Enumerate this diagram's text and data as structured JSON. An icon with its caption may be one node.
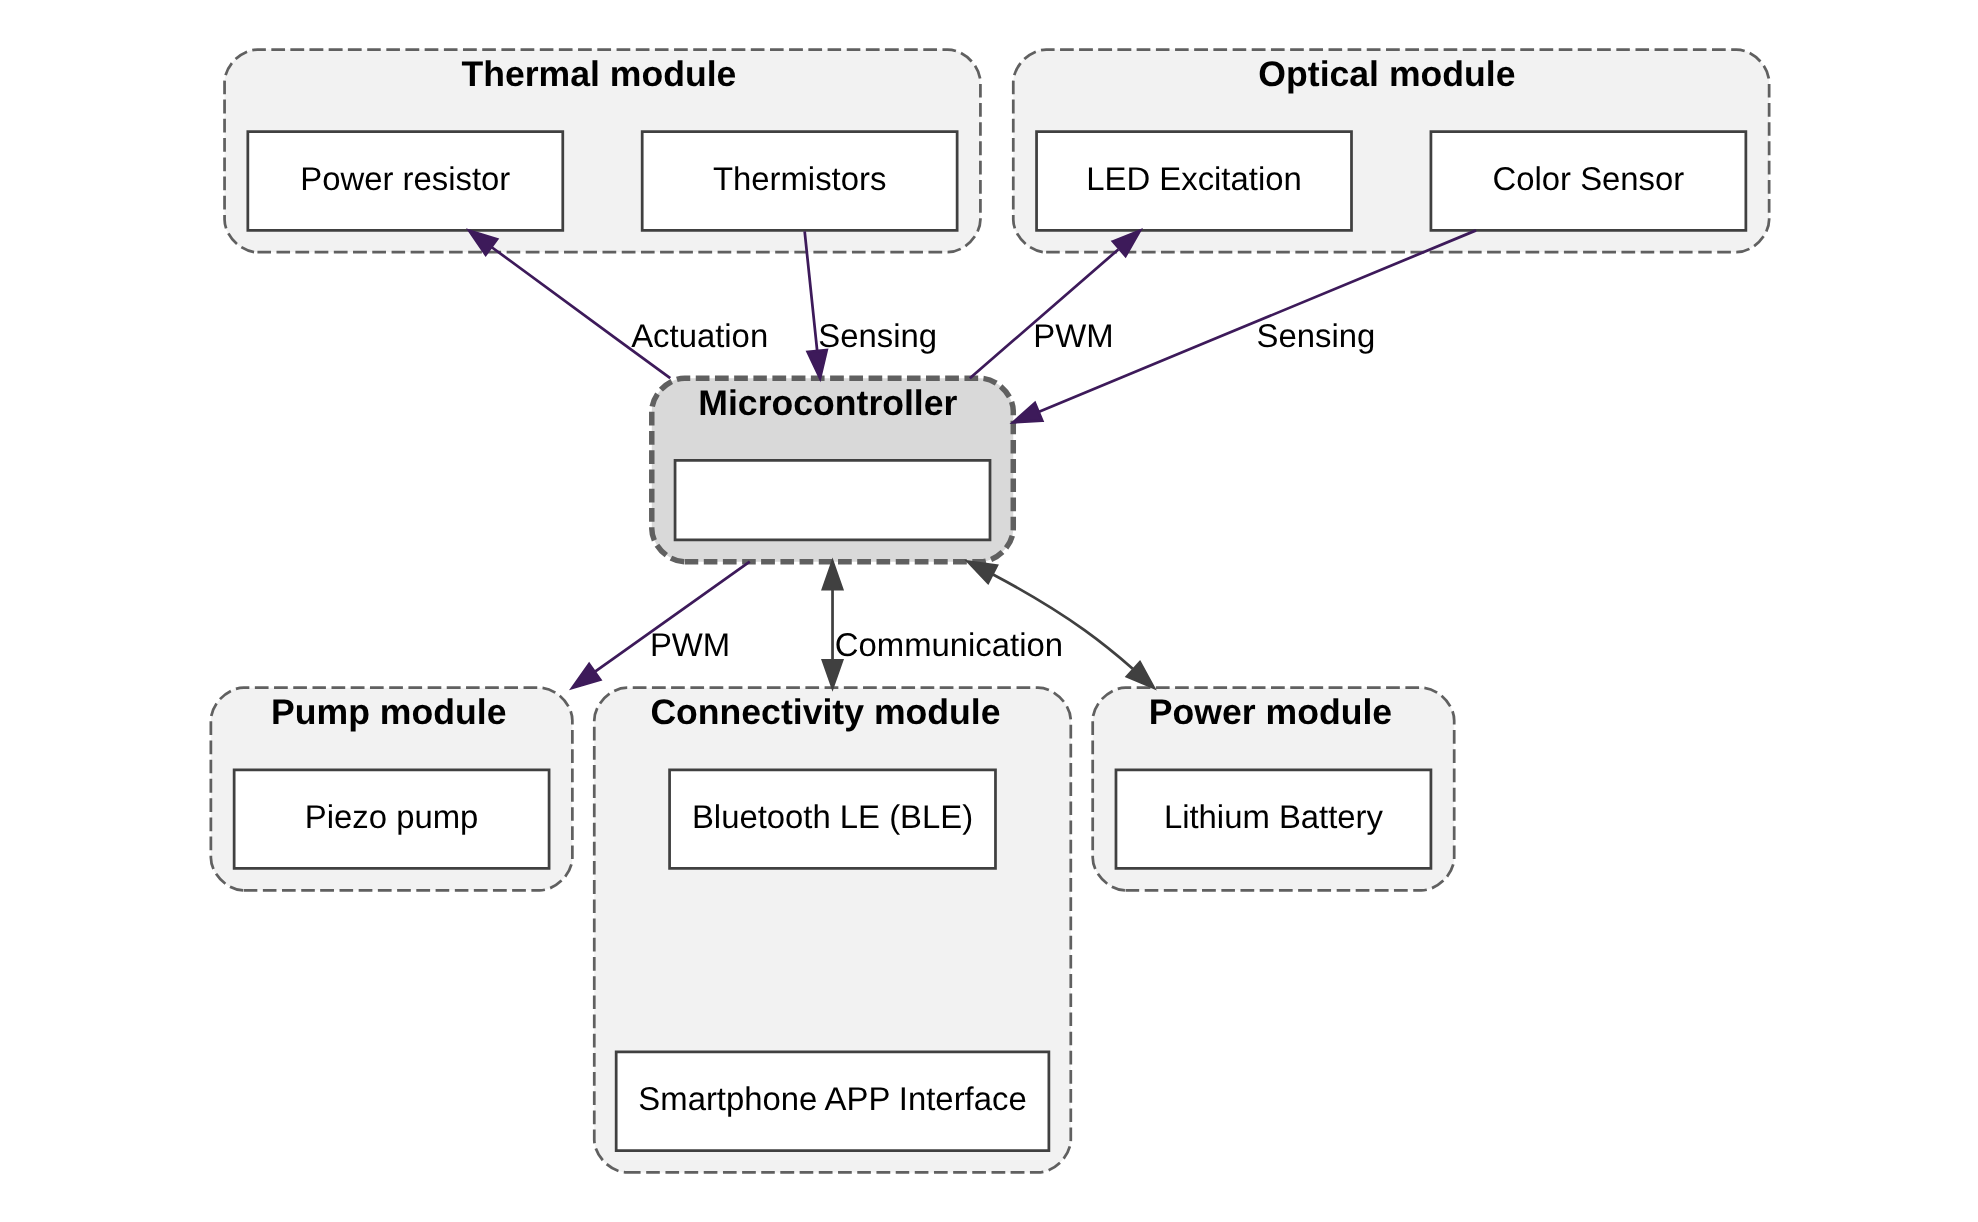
{
  "diagram": {
    "nodes": [
      {
        "text": [
          "Thermal module"
        ]
      },
      {
        "text": [
          "Power resistor"
        ],
        "in": 0
      },
      {
        "text": [
          "Thermistors"
        ],
        "in": 0
      },
      {
        "text": [
          "Optical module"
        ]
      },
      {
        "text": [
          "LED Excitation"
        ],
        "in": 3
      },
      {
        "text": [
          "Color Sensor"
        ],
        "in": 3
      },
      {
        "text": [
          "Microcontroller"
        ]
      },
      {
        "text": [],
        "shape": "box",
        "in": 6
      },
      {
        "text": [
          "Pump module"
        ]
      },
      {
        "text": [
          "Piezo pump"
        ],
        "in": 8
      },
      {
        "text": [
          "Connectivity module"
        ]
      },
      {
        "text": [
          "Bluetooth LE (BLE)"
        ],
        "in": 10
      },
      {
        "text": [
          "Smartphone APP Interface"
        ],
        "in": 10
      },
      {
        "text": [
          "Power module"
        ]
      },
      {
        "text": [
          "Lithium Battery"
        ],
        "in": 13
      }
    ],
    "edges": [
      {
        "from": 6,
        "to": 1,
        "arrow": "to",
        "label": "Actuation"
      },
      {
        "from": 2,
        "to": 6,
        "arrow": "to",
        "label": "Sensing"
      },
      {
        "from": 6,
        "to": 4,
        "arrow": "to",
        "label": "PWM"
      },
      {
        "from": 5,
        "to": 6,
        "arrow": "to",
        "label": "Sensing"
      },
      {
        "from": 6,
        "to": 8,
        "arrow": "to",
        "label": "PWM"
      },
      {
        "from": 6,
        "to": 10,
        "arrow": "both",
        "label": "Communication",
        "color": "#404040"
      },
      {
        "from": 6,
        "to": 13,
        "arrow": "both",
        "color": "#404040"
      }
    ]
  }
}
